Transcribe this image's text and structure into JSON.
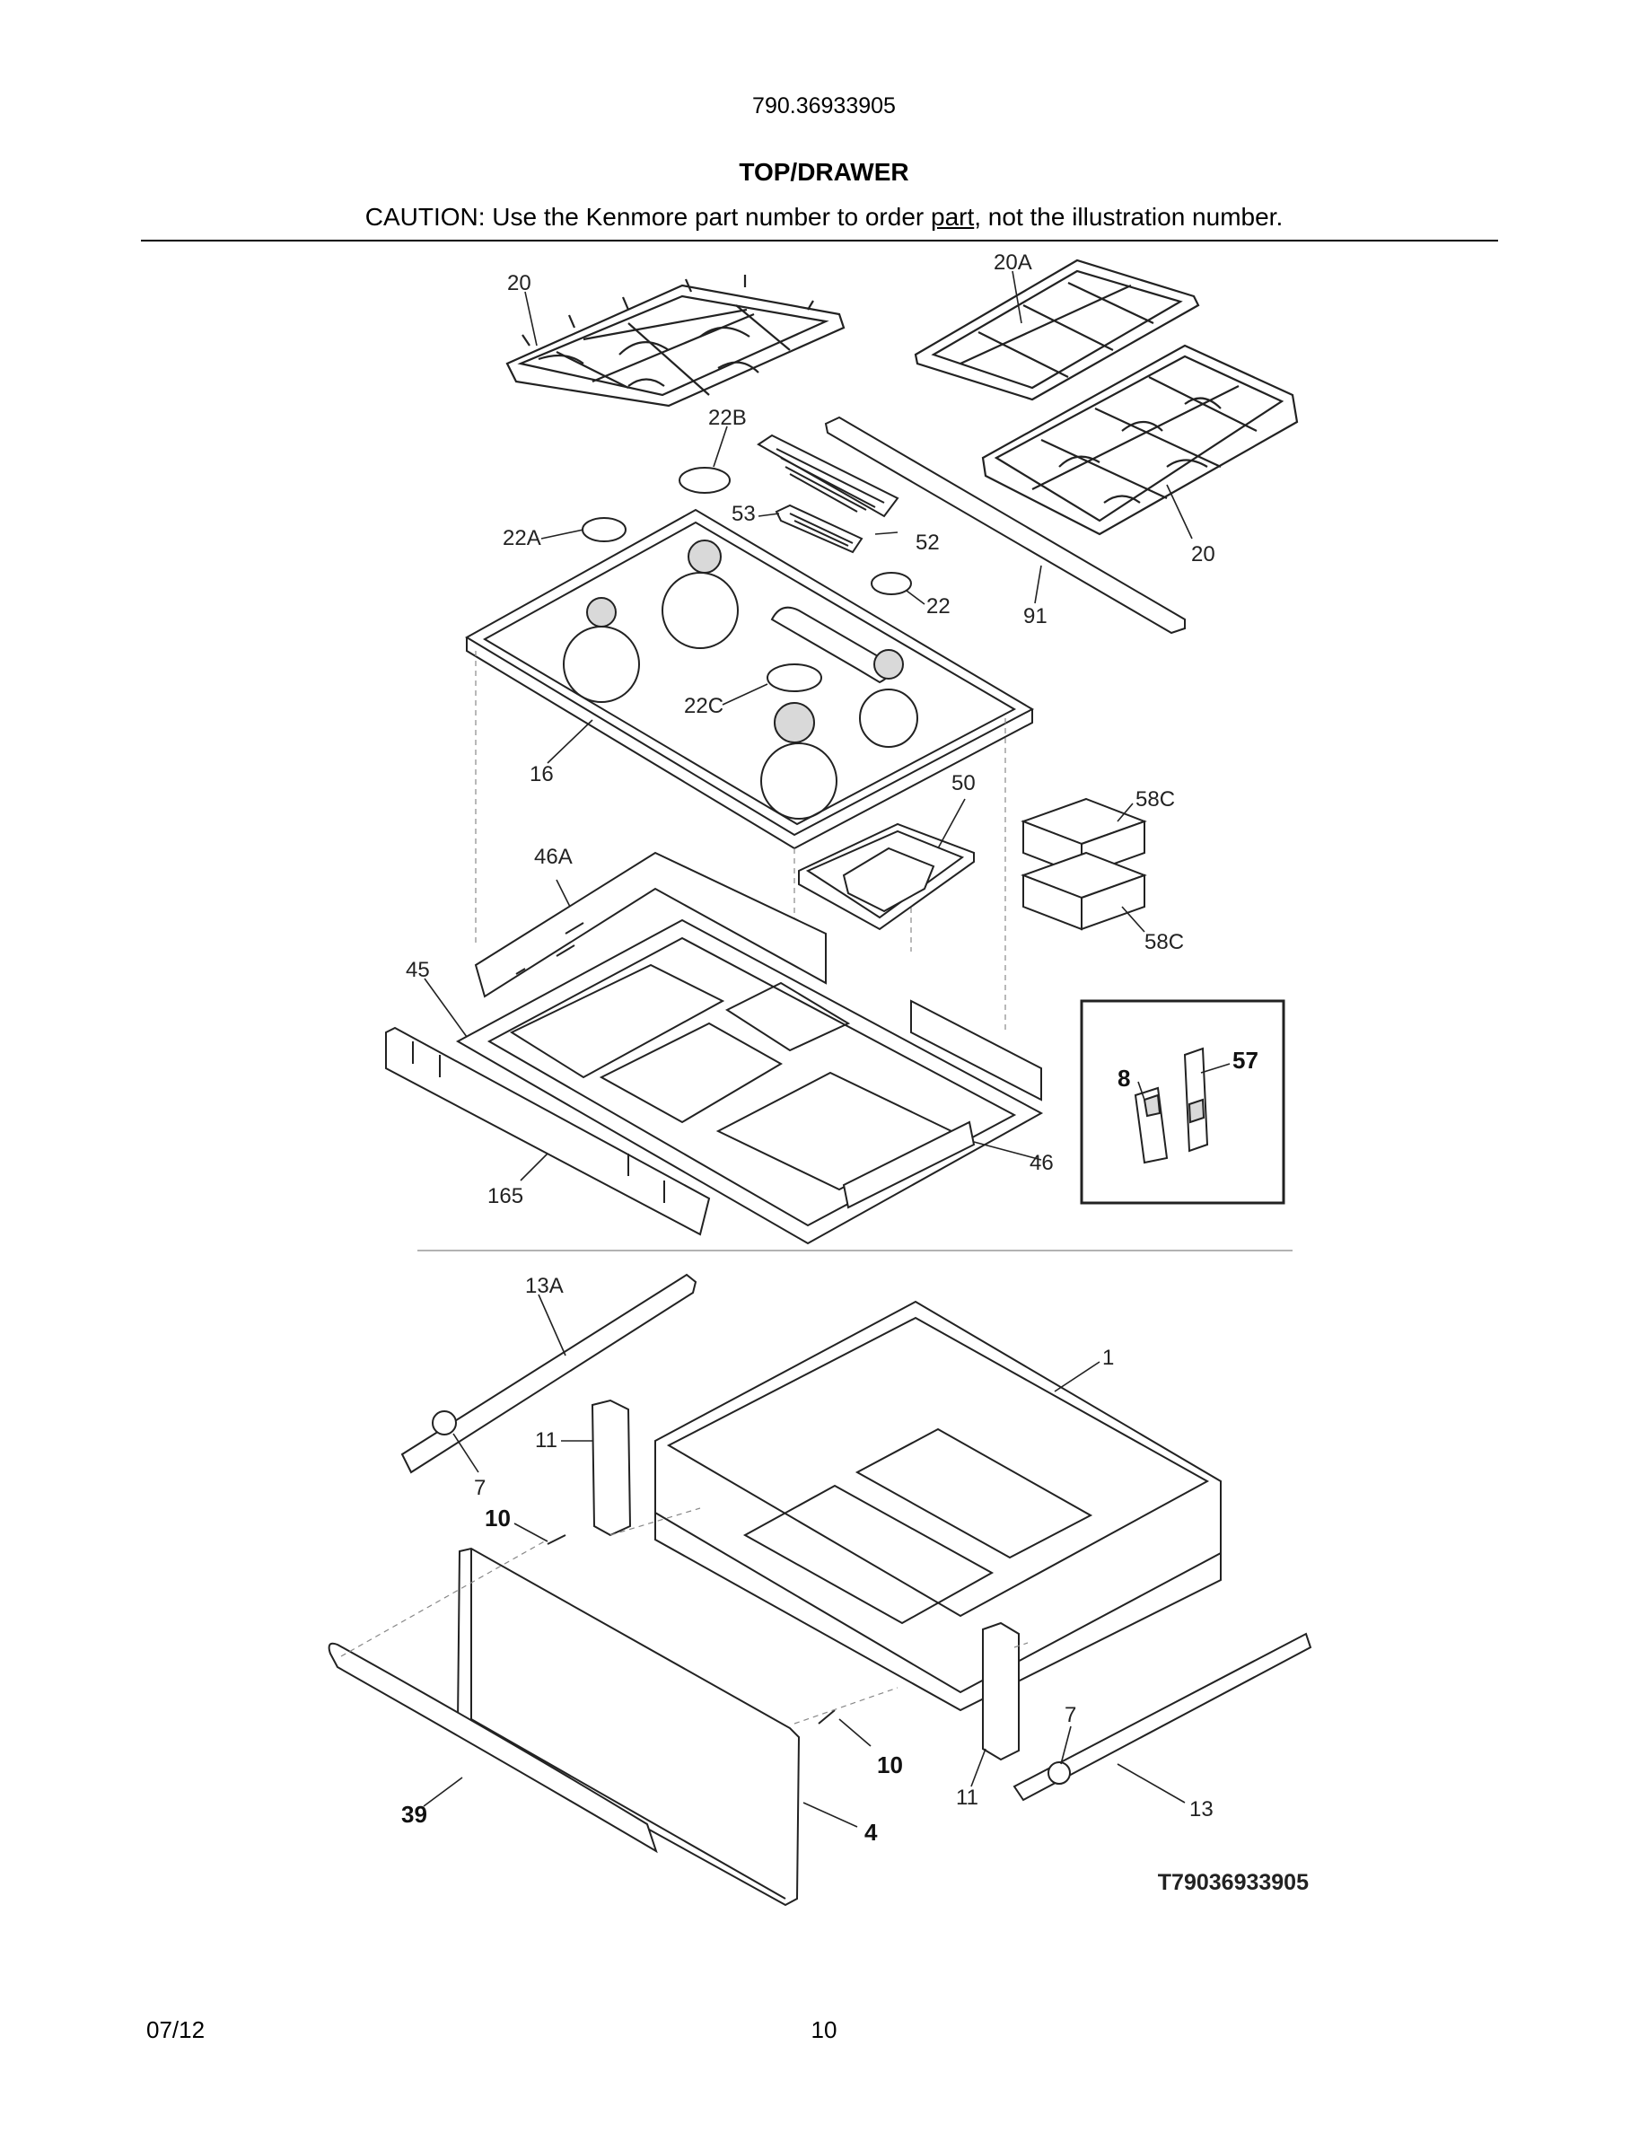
{
  "header": {
    "model_number": "790.36933905",
    "title": "TOP/DRAWER",
    "caution_prefix": "CAUTION: Use the Kenmore part number to order ",
    "caution_link": "part",
    "caution_suffix": ", not the illustration number."
  },
  "callouts": {
    "c20_left": "20",
    "c20a": "20A",
    "c22b": "22B",
    "c53": "53",
    "c52": "52",
    "c22a": "22A",
    "c20_right": "20",
    "c22": "22",
    "c91": "91",
    "c22c": "22C",
    "c16": "16",
    "c50": "50",
    "c58c_top": "58C",
    "c58c_bottom": "58C",
    "c46a": "46A",
    "c45": "45",
    "c8": "8",
    "c57": "57",
    "c46": "46",
    "c165": "165",
    "c13a": "13A",
    "c1": "1",
    "c11_left": "11",
    "c7_left": "7",
    "c10_left": "10",
    "c10_right": "10",
    "c7_right": "7",
    "c11_right": "11",
    "c13": "13",
    "c39": "39",
    "c4": "4"
  },
  "drawing_code": "T79036933905",
  "footer": {
    "date": "07/12",
    "page": "10"
  }
}
